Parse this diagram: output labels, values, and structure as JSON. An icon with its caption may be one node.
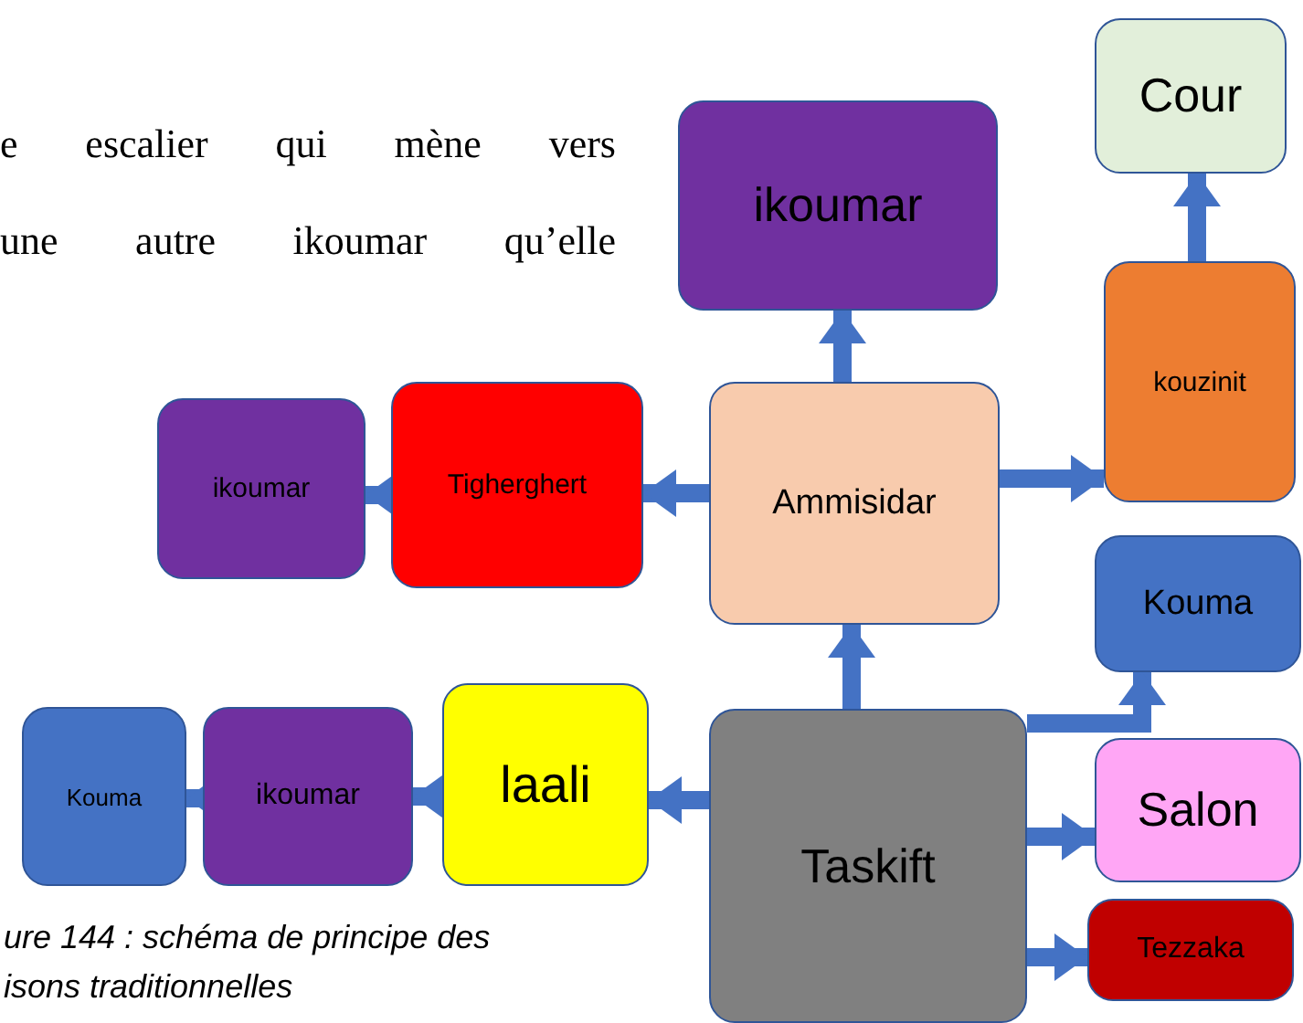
{
  "diagram": {
    "caption": "ure 144 : schéma de principe des isons traditionnelles",
    "nodes": [
      {
        "text": [
          "ikoumar"
        ]
      },
      {
        "text": [
          "Cour"
        ]
      },
      {
        "text": [
          "kouzinit"
        ]
      },
      {
        "text": [
          "ikoumar"
        ]
      },
      {
        "text": [
          "Tigherghert"
        ]
      },
      {
        "text": [
          "Ammisidar"
        ]
      },
      {
        "text": [
          "Kouma"
        ]
      },
      {
        "text": [
          "Kouma"
        ]
      },
      {
        "text": [
          "ikoumar"
        ]
      },
      {
        "text": [
          "laali"
        ]
      },
      {
        "text": [
          "Taskift"
        ]
      },
      {
        "text": [
          "Salon"
        ]
      },
      {
        "text": [
          "Tezzaka"
        ]
      }
    ],
    "edges": [
      {
        "from": 5,
        "to": 0,
        "arrow": "to"
      },
      {
        "from": 2,
        "to": 1,
        "arrow": "to"
      },
      {
        "from": 5,
        "to": 2,
        "arrow": "to"
      },
      {
        "from": 5,
        "to": 4,
        "arrow": "to"
      },
      {
        "from": 4,
        "to": 3,
        "arrow": "to"
      },
      {
        "from": 10,
        "to": 5,
        "arrow": "to"
      },
      {
        "from": 10,
        "to": 9,
        "arrow": "to"
      },
      {
        "from": 9,
        "to": 8,
        "arrow": "to"
      },
      {
        "from": 8,
        "to": 7,
        "arrow": "to"
      },
      {
        "from": 10,
        "to": 6,
        "arrow": "to"
      },
      {
        "from": 10,
        "to": 11,
        "arrow": "to"
      },
      {
        "from": 10,
        "to": 12,
        "arrow": "to"
      }
    ],
    "labels": [
      "e escalier qui mène vers",
      "une autre ikoumar qu’elle"
    ]
  }
}
